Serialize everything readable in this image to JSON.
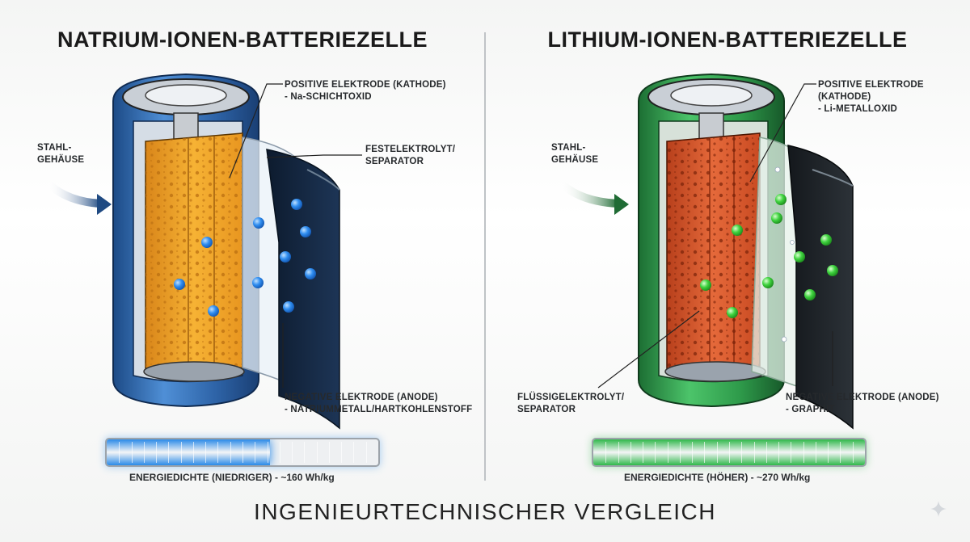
{
  "left": {
    "title": "NATRIUM-IONEN-BATTERIEZELLE",
    "labels": {
      "cathode_line1": "POSITIVE ELEKTRODE (KATHODE)",
      "cathode_line2": "- Na-SCHICHTOXID",
      "separator_line1": "FESTELEKTROLYT/",
      "separator_line2": "SEPARATOR",
      "housing_line1": "STAHL-",
      "housing_line2": "GEHÄUSE",
      "anode_line1": "NEGATIVE ELEKTRODE (ANODE)",
      "anode_line2": "- NATRIUMMETALL/HARTKOHLENSTOFF"
    },
    "energy_caption": "ENERGIEDICHTE (NIEDRIGER) - ~160 Wh/kg",
    "energy_fill_fraction": 0.6,
    "colors": {
      "case": "#2e64a8",
      "cathode": "#f0a321",
      "ion": "#2f8df0",
      "bar": "#2a8ae8"
    }
  },
  "right": {
    "title": "LITHIUM-IONEN-BATTERIEZELLE",
    "labels": {
      "cathode_line1": "POSITIVE ELEKTRODE",
      "cathode_line2": "(KATHODE)",
      "cathode_line3": "- Li-METALLOXID",
      "housing_line1": "STAHL-",
      "housing_line2": "GEHÄUSE",
      "separator_line1": "FLÜSSIGELEKTROLYT/",
      "separator_line2": "SEPARATOR",
      "anode_line1": "NEGATIVE ELEKTRODE (ANODE)",
      "anode_line2": "- GRAPHIT"
    },
    "energy_caption": "ENERGIEDICHTE (HÖHER) - ~270 Wh/kg",
    "energy_fill_fraction": 1.0,
    "colors": {
      "case": "#2e9a4a",
      "cathode": "#d9552b",
      "ion": "#3fd33f",
      "bar": "#2fb84a"
    }
  },
  "footer": "INGENIEURTECHNISCHER VERGLEICH"
}
